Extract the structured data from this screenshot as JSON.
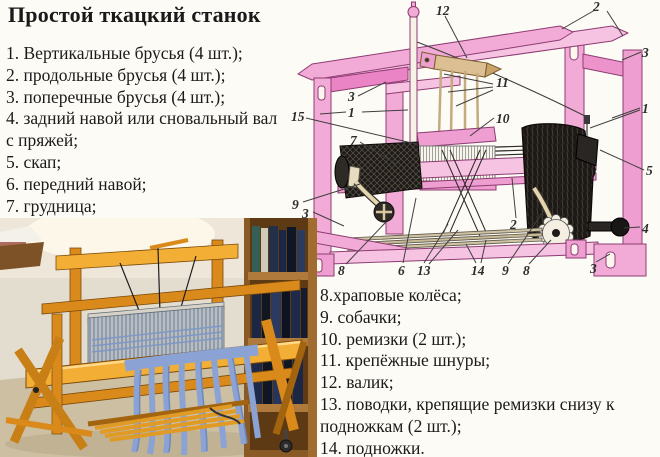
{
  "title": "Простой ткацкий станок",
  "parts_list_left": {
    "items": [
      "1. Вертикальные брусья (4 шт.);",
      "2. продольные брусья (4 шт.);",
      "3. поперечные брусья (4 шт.);",
      "4. задний навой или сновальный вал с пряжей;",
      "5. скап;",
      "6. передний навой;",
      "7. грудница;"
    ]
  },
  "parts_list_right": {
    "items": [
      "8.храповые колёса;",
      "9. собачки;",
      "10. ремизки (2 шт.);",
      "11. крепёжные шнуры;",
      "12. валик;",
      "13. поводки, крепящие ремизки снизу к подножкам (2 шт.);",
      "14. подножки."
    ]
  },
  "diagram": {
    "callouts": [
      "12",
      "2",
      "3",
      "3",
      "1",
      "15",
      "11",
      "1",
      "10",
      "7",
      "9",
      "3",
      "2",
      "5",
      "4",
      "8",
      "6",
      "13",
      "14",
      "9",
      "8",
      "3"
    ],
    "colors": {
      "pink_light": "#f6c3e2",
      "pink": "#f2abd6",
      "pink_dark": "#e87fc0",
      "outline": "#8d3c72",
      "yarn_black": "#1c1916",
      "wood_tan": "#dcbf92",
      "gear_white": "#f4efe2"
    }
  },
  "photo": {
    "colors": {
      "wood": "#d98a1b",
      "wood_light": "#f2ae35",
      "yarn_blue": "#8aa3d4",
      "carpet": "#cdbfa2",
      "wall": "#e3ddd0",
      "bookshelf": "#8a5a26",
      "books_navy": "#1b2744"
    }
  }
}
